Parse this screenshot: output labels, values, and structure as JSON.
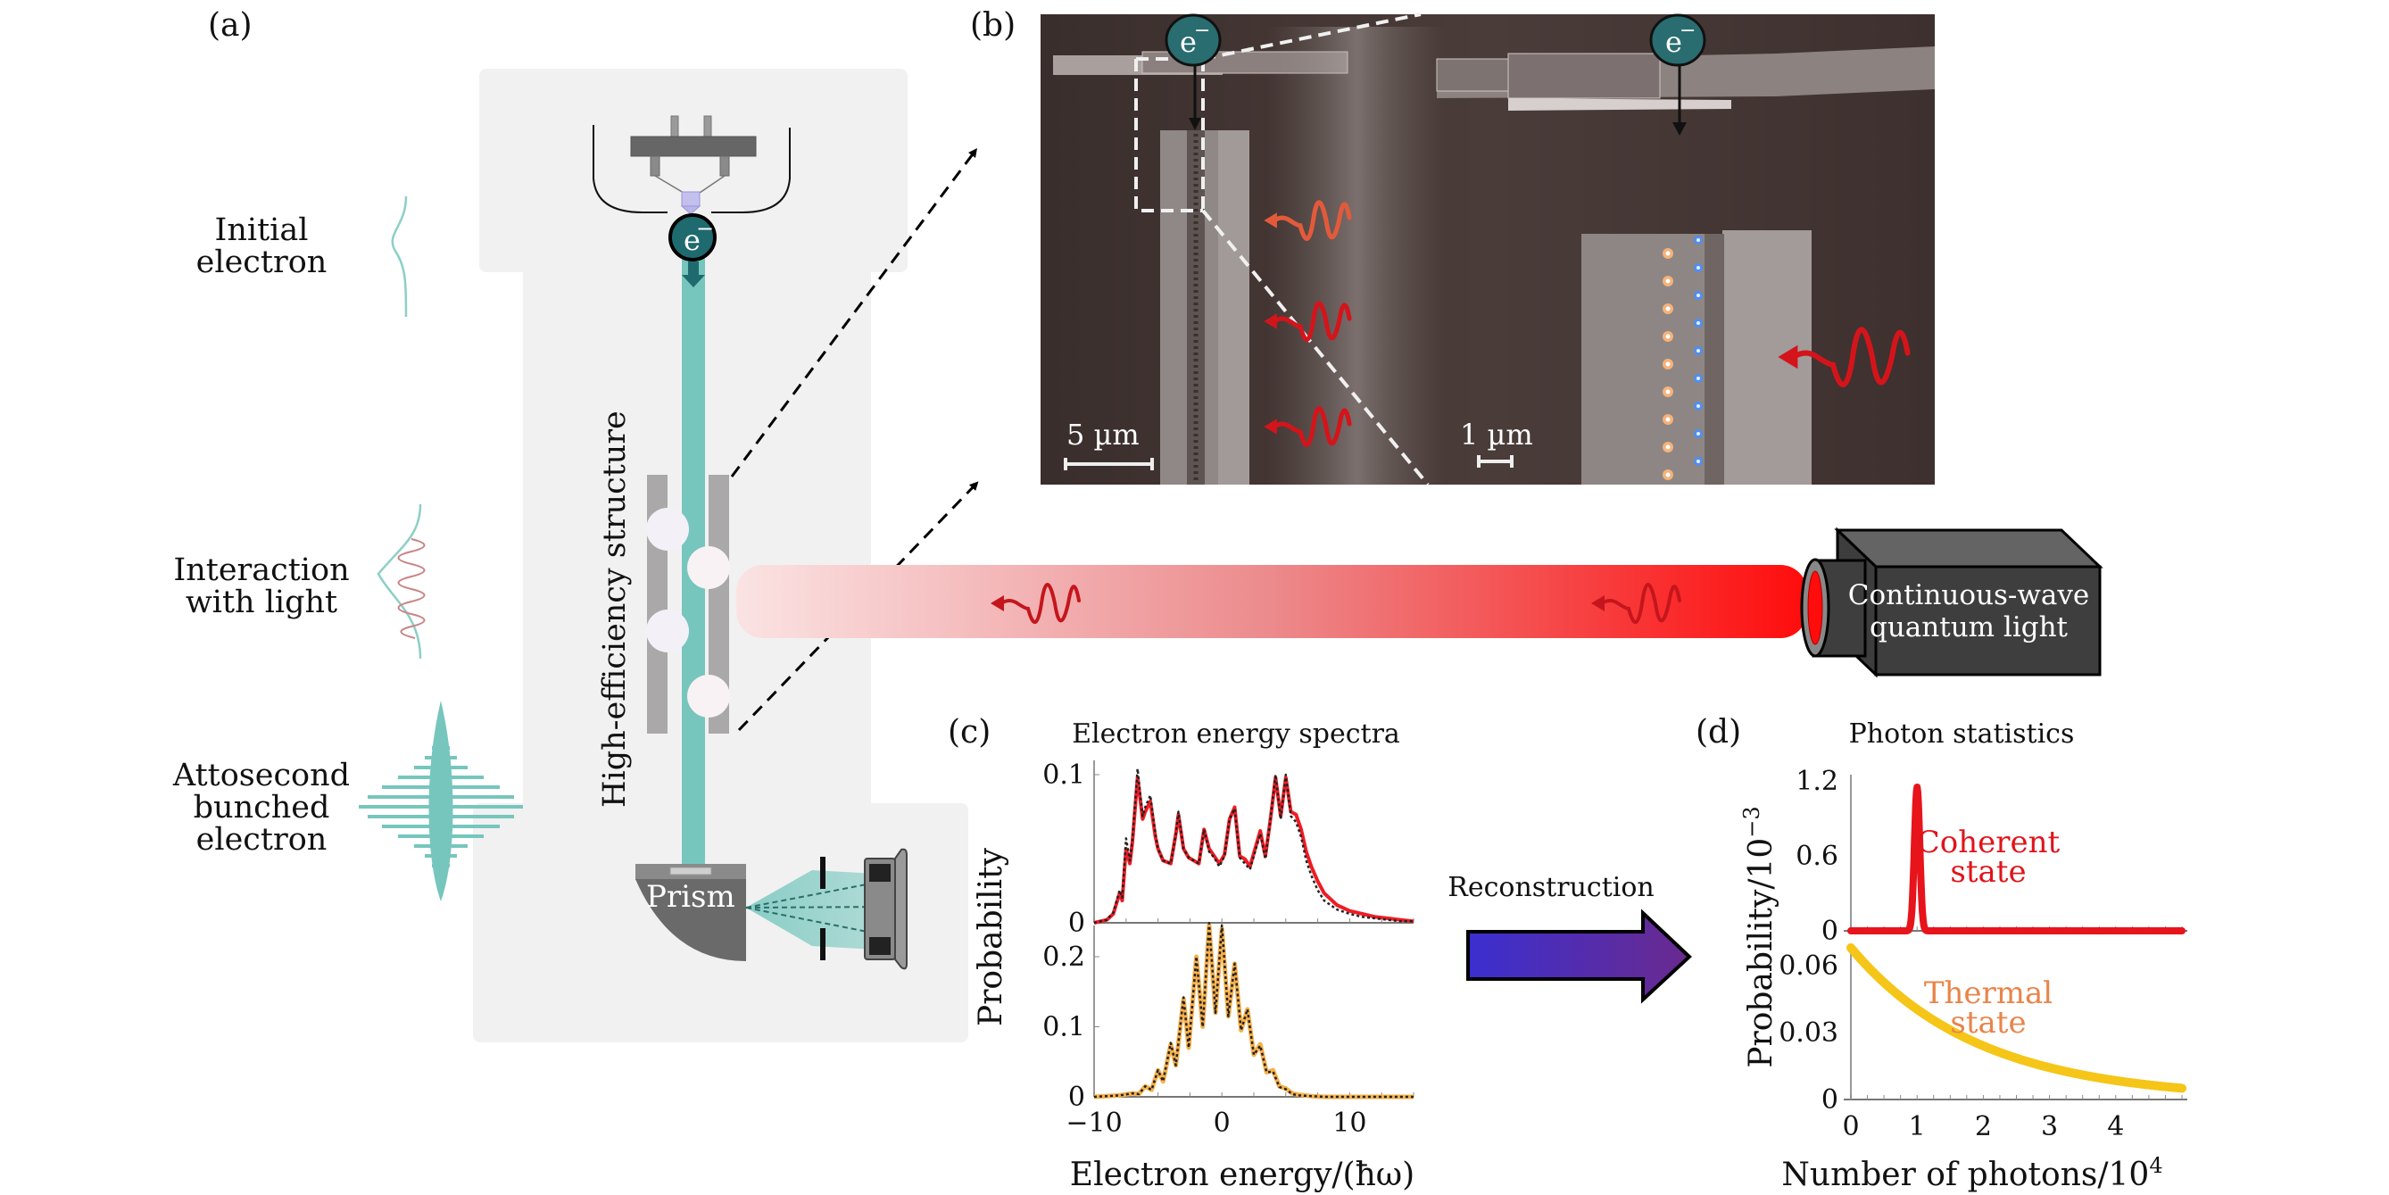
{
  "panels": {
    "a": {
      "letter": "(a)"
    },
    "b": {
      "letter": "(b)"
    },
    "c": {
      "letter": "(c)"
    },
    "d": {
      "letter": "(d)"
    }
  },
  "setup": {
    "stages": [
      {
        "line1": "Initial",
        "line2": "electron"
      },
      {
        "line1": "Interaction",
        "line2": "with light"
      },
      {
        "line1": "Attosecond",
        "line2": "bunched",
        "line3": "electron"
      }
    ],
    "structure_label": "High-efficiency structure",
    "electron_label": "e",
    "electron_charge": "−",
    "prism_label": "Prism",
    "source_line1": "Continuous-wave",
    "source_line2": "quantum light",
    "reconstruction_label": "Reconstruction"
  },
  "sem": {
    "scale_left": "5 µm",
    "scale_right": "1 µm",
    "electron_label": "e",
    "electron_charge": "−"
  },
  "colors": {
    "teal": "#76c6bd",
    "electron": "#1f6a6e",
    "beam_red": "#ff1a1a",
    "coherent": "#e8141b",
    "thermal": "#f5c518",
    "thermal_text": "#e8844a",
    "spectrum_red": "#ee1c24",
    "spectrum_orange": "#f7b04a",
    "arrow_start": "#3b2fd0",
    "arrow_end": "#6a2a8e"
  },
  "chart_data": [
    {
      "type": "line",
      "title": "Electron energy spectra",
      "xlabel": "Electron energy/(ħω)",
      "ylabel": "Probability",
      "xlim": [
        -10,
        15
      ],
      "xticks": [
        "−10",
        "0",
        "10"
      ],
      "xtick_values": [
        -10,
        0,
        10
      ],
      "subplots": [
        {
          "name": "coherent-spectrum",
          "ylim": [
            0,
            0.11
          ],
          "yticks": [
            "0",
            "0.1"
          ],
          "ytick_values": [
            0,
            0.1
          ],
          "series": [
            {
              "name": "measured",
              "style": "solid-red",
              "x": [
                -10,
                -9,
                -8.5,
                -8,
                -7.8,
                -7.5,
                -7.2,
                -7,
                -6.6,
                -6.2,
                -6,
                -5.6,
                -5.2,
                -5,
                -4.6,
                -4,
                -3.6,
                -3.4,
                -3,
                -2.6,
                -2.2,
                -1.8,
                -1.4,
                -1,
                -0.6,
                -0.2,
                0.2,
                0.6,
                1,
                1.4,
                1.8,
                2.2,
                2.6,
                3,
                3.4,
                3.8,
                4.2,
                4.6,
                5,
                5.4,
                5.8,
                6.2,
                6.6,
                7,
                7.5,
                8,
                9,
                10,
                11,
                12,
                13,
                14,
                15
              ],
              "y": [
                0,
                0.002,
                0.006,
                0.02,
                0.015,
                0.05,
                0.04,
                0.055,
                0.098,
                0.07,
                0.075,
                0.082,
                0.058,
                0.05,
                0.042,
                0.04,
                0.06,
                0.073,
                0.05,
                0.044,
                0.042,
                0.04,
                0.063,
                0.05,
                0.045,
                0.04,
                0.046,
                0.07,
                0.078,
                0.045,
                0.043,
                0.038,
                0.05,
                0.062,
                0.045,
                0.07,
                0.098,
                0.072,
                0.098,
                0.075,
                0.073,
                0.063,
                0.048,
                0.038,
                0.028,
                0.02,
                0.012,
                0.008,
                0.006,
                0.004,
                0.003,
                0.002,
                0.001
              ]
            },
            {
              "name": "reconstructed",
              "style": "dotted-black",
              "x": [
                -10,
                -9,
                -8.5,
                -8,
                -7.8,
                -7.5,
                -7.2,
                -7,
                -6.6,
                -6.2,
                -6,
                -5.6,
                -5.2,
                -5,
                -4.6,
                -4,
                -3.6,
                -3.4,
                -3,
                -2.6,
                -2.2,
                -1.8,
                -1.4,
                -1,
                -0.6,
                -0.2,
                0.2,
                0.6,
                1,
                1.4,
                1.8,
                2.2,
                2.6,
                3,
                3.4,
                3.8,
                4.2,
                4.6,
                5,
                5.4,
                5.8,
                6.2,
                6.6,
                7,
                7.5,
                8,
                9,
                10,
                11,
                12,
                13,
                14,
                15
              ],
              "y": [
                0,
                0.002,
                0.007,
                0.022,
                0.017,
                0.057,
                0.042,
                0.057,
                0.104,
                0.072,
                0.078,
                0.086,
                0.06,
                0.05,
                0.042,
                0.04,
                0.06,
                0.075,
                0.05,
                0.044,
                0.042,
                0.04,
                0.063,
                0.048,
                0.044,
                0.038,
                0.045,
                0.07,
                0.077,
                0.044,
                0.04,
                0.036,
                0.048,
                0.06,
                0.043,
                0.07,
                0.1,
                0.07,
                0.1,
                0.072,
                0.068,
                0.058,
                0.042,
                0.032,
                0.022,
                0.015,
                0.009,
                0.006,
                0.004,
                0.003,
                0.002,
                0.001,
                0.001
              ]
            }
          ]
        },
        {
          "name": "thermal-spectrum",
          "ylim": [
            0,
            0.25
          ],
          "yticks": [
            "0",
            "0.1",
            "0.2"
          ],
          "ytick_values": [
            0,
            0.1,
            0.2
          ],
          "series": [
            {
              "name": "measured",
              "style": "solid-orange",
              "x": [
                -10,
                -8,
                -7,
                -6.5,
                -6,
                -5.5,
                -5,
                -4.6,
                -4,
                -3.6,
                -3,
                -2.6,
                -2,
                -1.5,
                -1,
                -0.5,
                0,
                0.5,
                1,
                1.5,
                2,
                2.5,
                3,
                3.5,
                4,
                4.5,
                5,
                5.5,
                6,
                7,
                8,
                9,
                10,
                12,
                15
              ],
              "y": [
                0,
                0.002,
                0.005,
                0.004,
                0.015,
                0.01,
                0.038,
                0.022,
                0.075,
                0.045,
                0.14,
                0.07,
                0.2,
                0.1,
                0.245,
                0.12,
                0.24,
                0.115,
                0.19,
                0.095,
                0.125,
                0.06,
                0.075,
                0.035,
                0.038,
                0.015,
                0.012,
                0.005,
                0.003,
                0.001,
                0,
                0,
                0,
                0,
                0
              ]
            },
            {
              "name": "reconstructed",
              "style": "dotted-black",
              "x": [
                -10,
                -8,
                -7,
                -6.5,
                -6,
                -5.5,
                -5,
                -4.6,
                -4,
                -3.6,
                -3,
                -2.6,
                -2,
                -1.5,
                -1,
                -0.5,
                0,
                0.5,
                1,
                1.5,
                2,
                2.5,
                3,
                3.5,
                4,
                4.5,
                5,
                5.5,
                6,
                7,
                8,
                9,
                10,
                12,
                15
              ],
              "y": [
                0,
                0.002,
                0.005,
                0.004,
                0.015,
                0.01,
                0.038,
                0.022,
                0.077,
                0.045,
                0.142,
                0.07,
                0.2,
                0.1,
                0.248,
                0.12,
                0.245,
                0.115,
                0.19,
                0.095,
                0.125,
                0.06,
                0.073,
                0.035,
                0.036,
                0.014,
                0.011,
                0.004,
                0.002,
                0.001,
                0,
                0,
                0,
                0,
                0
              ]
            }
          ]
        }
      ]
    },
    {
      "type": "line",
      "title": "Photon statistics",
      "xlabel": "Number of photons/10",
      "xlabel_sup": "4",
      "ylabel": "Probability/10",
      "ylabel_sup": "−3",
      "xlim": [
        0,
        5
      ],
      "xticks": [
        "0",
        "1",
        "2",
        "3",
        "4"
      ],
      "xtick_values": [
        0,
        1,
        2,
        3,
        4
      ],
      "subplots": [
        {
          "name": "coherent-state",
          "label_line1": "Coherent",
          "label_line2": "state",
          "ylim": [
            0,
            1.2
          ],
          "yticks": [
            "0",
            "0.6",
            "1.2"
          ],
          "ytick_values": [
            0,
            0.6,
            1.2
          ],
          "series": [
            {
              "name": "coherent",
              "peak_x": 1.0,
              "peak_y": 1.15,
              "sigma": 0.04
            }
          ]
        },
        {
          "name": "thermal-state",
          "label_line1": "Thermal",
          "label_line2": "state",
          "ylim": [
            0,
            0.07
          ],
          "yticks": [
            "0",
            "0.03",
            "0.06"
          ],
          "ytick_values": [
            0,
            0.03,
            0.06
          ],
          "series": [
            {
              "name": "thermal",
              "y0": 0.068,
              "decay_per_unit": 0.52
            }
          ]
        }
      ]
    }
  ]
}
